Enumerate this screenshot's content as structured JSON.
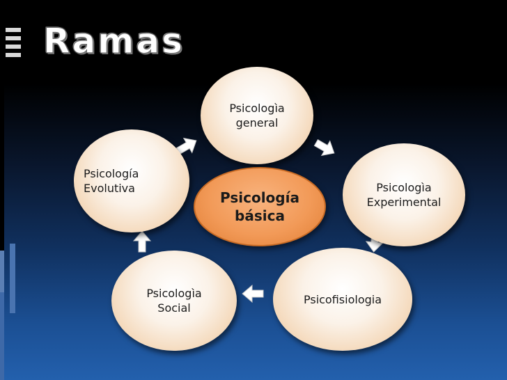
{
  "title": "Ramas",
  "nodes": {
    "general": "Psicologìa\ngeneral",
    "experimental": "Psicologìa\nExperimental",
    "psicofisiologia": "Psicofisiologia",
    "social": "Psicologìa\nSocial",
    "evolutiva": "Psicología\nEvolutiva"
  },
  "center": "Psicología\nbásica",
  "colors": {
    "node_fill": "#fbf2e8",
    "center_fill": "#f29a58",
    "arrow_fill": "#ffffff"
  }
}
